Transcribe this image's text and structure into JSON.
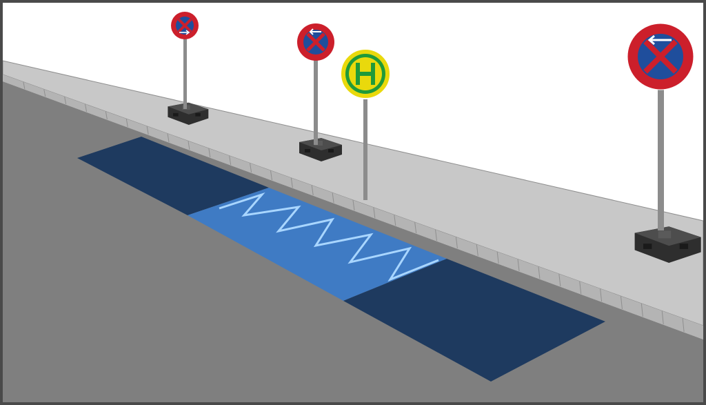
{
  "title": "",
  "colors": {
    "frame": "#4a4a4a",
    "sky": "#ffffff",
    "sidewalk": "#c8c8c8",
    "road": "#7f7f7f",
    "curb": "#b4b4b4",
    "zone_dark": "#1e3a5f",
    "zone_light": "#3f7bc4",
    "zigzag": "#a9d6ff",
    "sign_red": "#cc1f2b",
    "sign_blue": "#1f4e9c",
    "bus_yellow": "#e9d90c",
    "bus_green": "#1f9a3a",
    "pole": "#8c8c8c",
    "base": "#2e2e2e"
  },
  "signs": [
    {
      "type": "no-stopping",
      "arrow": "right"
    },
    {
      "type": "no-stopping",
      "arrow": "left"
    },
    {
      "type": "bus-stop",
      "letter": "H"
    },
    {
      "type": "no-stopping",
      "arrow": "left"
    }
  ],
  "zones": [
    {
      "kind": "parking-area"
    },
    {
      "kind": "bus-stop-zigzag"
    },
    {
      "kind": "parking-area"
    }
  ]
}
